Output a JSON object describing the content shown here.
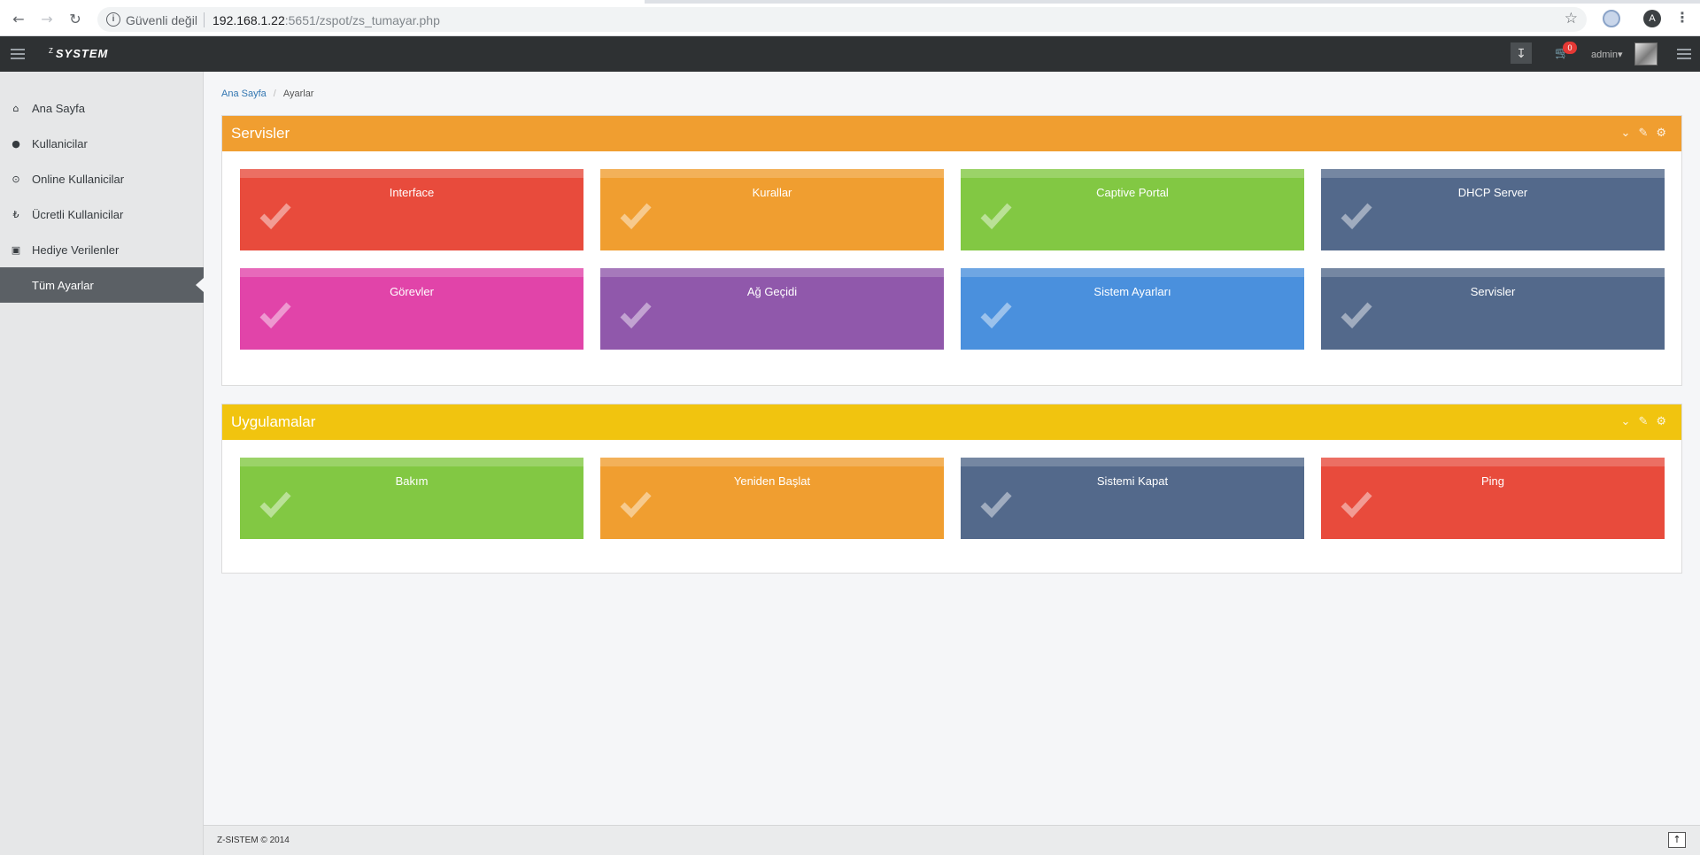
{
  "browser": {
    "security_text": "Güvenli değil",
    "url_host": "192.168.1.22",
    "url_rest": ":5651/zspot/zs_tumayar.php",
    "profile_initial": "A",
    "icons": {
      "back": "arrow-left",
      "forward": "arrow-right",
      "reload": "reload",
      "info": "info",
      "star": "star",
      "menu": "more-vert"
    }
  },
  "topbar": {
    "logo_small": "Z",
    "logo_main": "SYSTEM",
    "cart_count": "0",
    "user": "admin",
    "icons": {
      "menu": "hamburger",
      "action": "arrow-down",
      "cart": "cart",
      "right_menu": "hamburger"
    }
  },
  "sidebar": {
    "items": [
      {
        "label": "Ana Sayfa",
        "icon": "home-icon"
      },
      {
        "label": "Kullanicilar",
        "icon": "user-icon"
      },
      {
        "label": "Online Kullanicilar",
        "icon": "circle-dot-icon"
      },
      {
        "label": "Ücretli Kullanicilar",
        "icon": "lira-icon"
      },
      {
        "label": "Hediye Verilenler",
        "icon": "gift-icon"
      },
      {
        "label": "Tüm Ayarlar",
        "icon": "",
        "active": true
      }
    ]
  },
  "breadcrumb": {
    "home": "Ana Sayfa",
    "current": "Ayarlar"
  },
  "panels": [
    {
      "title": "Servisler",
      "color": "#f09e30",
      "tiles": [
        {
          "label": "Interface",
          "color": "#e84b3c"
        },
        {
          "label": "Kurallar",
          "color": "#f09e30"
        },
        {
          "label": "Captive Portal",
          "color": "#82c843"
        },
        {
          "label": "DHCP Server",
          "color": "#53698b"
        },
        {
          "label": "Görevler",
          "color": "#e144a9"
        },
        {
          "label": "Ağ Geçidi",
          "color": "#9058ab"
        },
        {
          "label": "Sistem Ayarları",
          "color": "#4a90dd"
        },
        {
          "label": "Servisler",
          "color": "#53698b"
        }
      ]
    },
    {
      "title": "Uygulamalar",
      "color": "#f1c40f",
      "tiles": [
        {
          "label": "Bakım",
          "color": "#82c843"
        },
        {
          "label": "Yeniden Başlat",
          "color": "#f09e30"
        },
        {
          "label": "Sistemi Kapat",
          "color": "#53698b"
        },
        {
          "label": "Ping",
          "color": "#e84b3c"
        }
      ]
    }
  ],
  "footer": {
    "text": "Z-SISTEM © 2014"
  }
}
